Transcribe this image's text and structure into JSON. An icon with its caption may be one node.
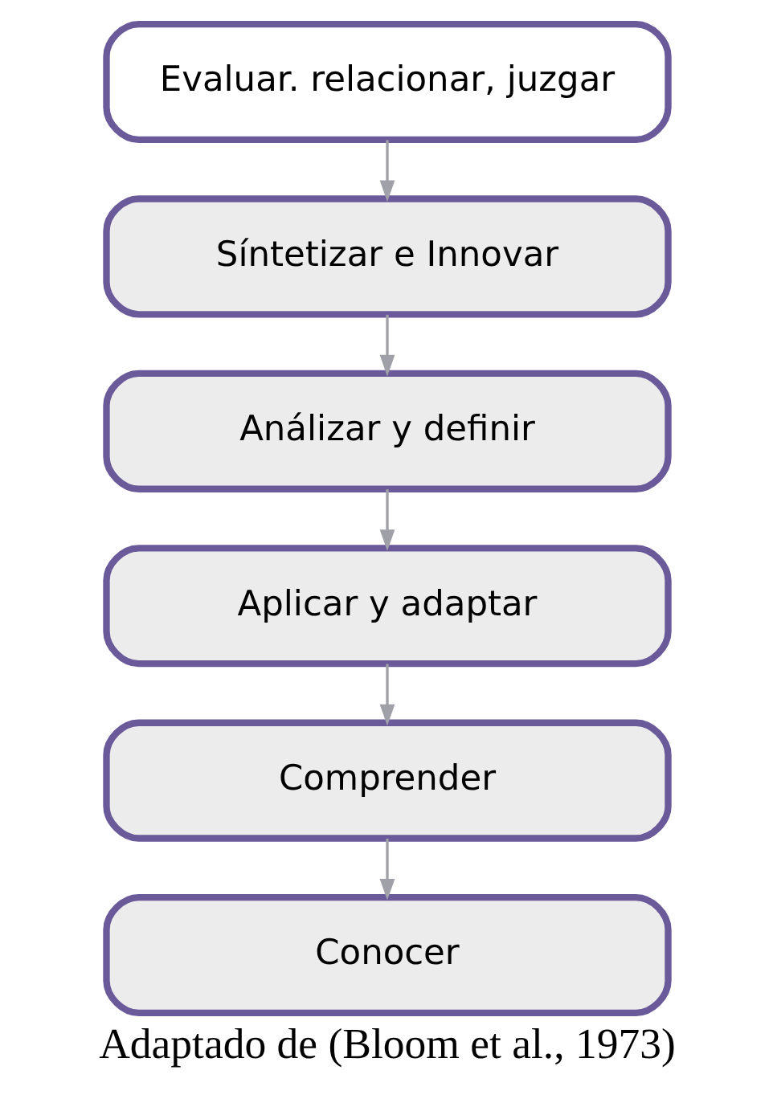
{
  "diagram": {
    "caption": "Adaptado de (Bloom et al., 1973)",
    "nodes": [
      {
        "text": [
          "Evaluar. relacionar, juzgar"
        ]
      },
      {
        "text": [
          "Síntetizar e Innovar"
        ]
      },
      {
        "text": [
          "Análizar y definir"
        ]
      },
      {
        "text": [
          "Aplicar y adaptar"
        ]
      },
      {
        "text": [
          "Comprender"
        ]
      },
      {
        "text": [
          "Conocer"
        ]
      }
    ],
    "edges": [
      {
        "from": 0,
        "to": 1,
        "arrow": "to"
      },
      {
        "from": 1,
        "to": 2,
        "arrow": "to"
      },
      {
        "from": 2,
        "to": 3,
        "arrow": "to"
      },
      {
        "from": 3,
        "to": 4,
        "arrow": "to"
      },
      {
        "from": 4,
        "to": 5,
        "arrow": "to"
      }
    ]
  }
}
